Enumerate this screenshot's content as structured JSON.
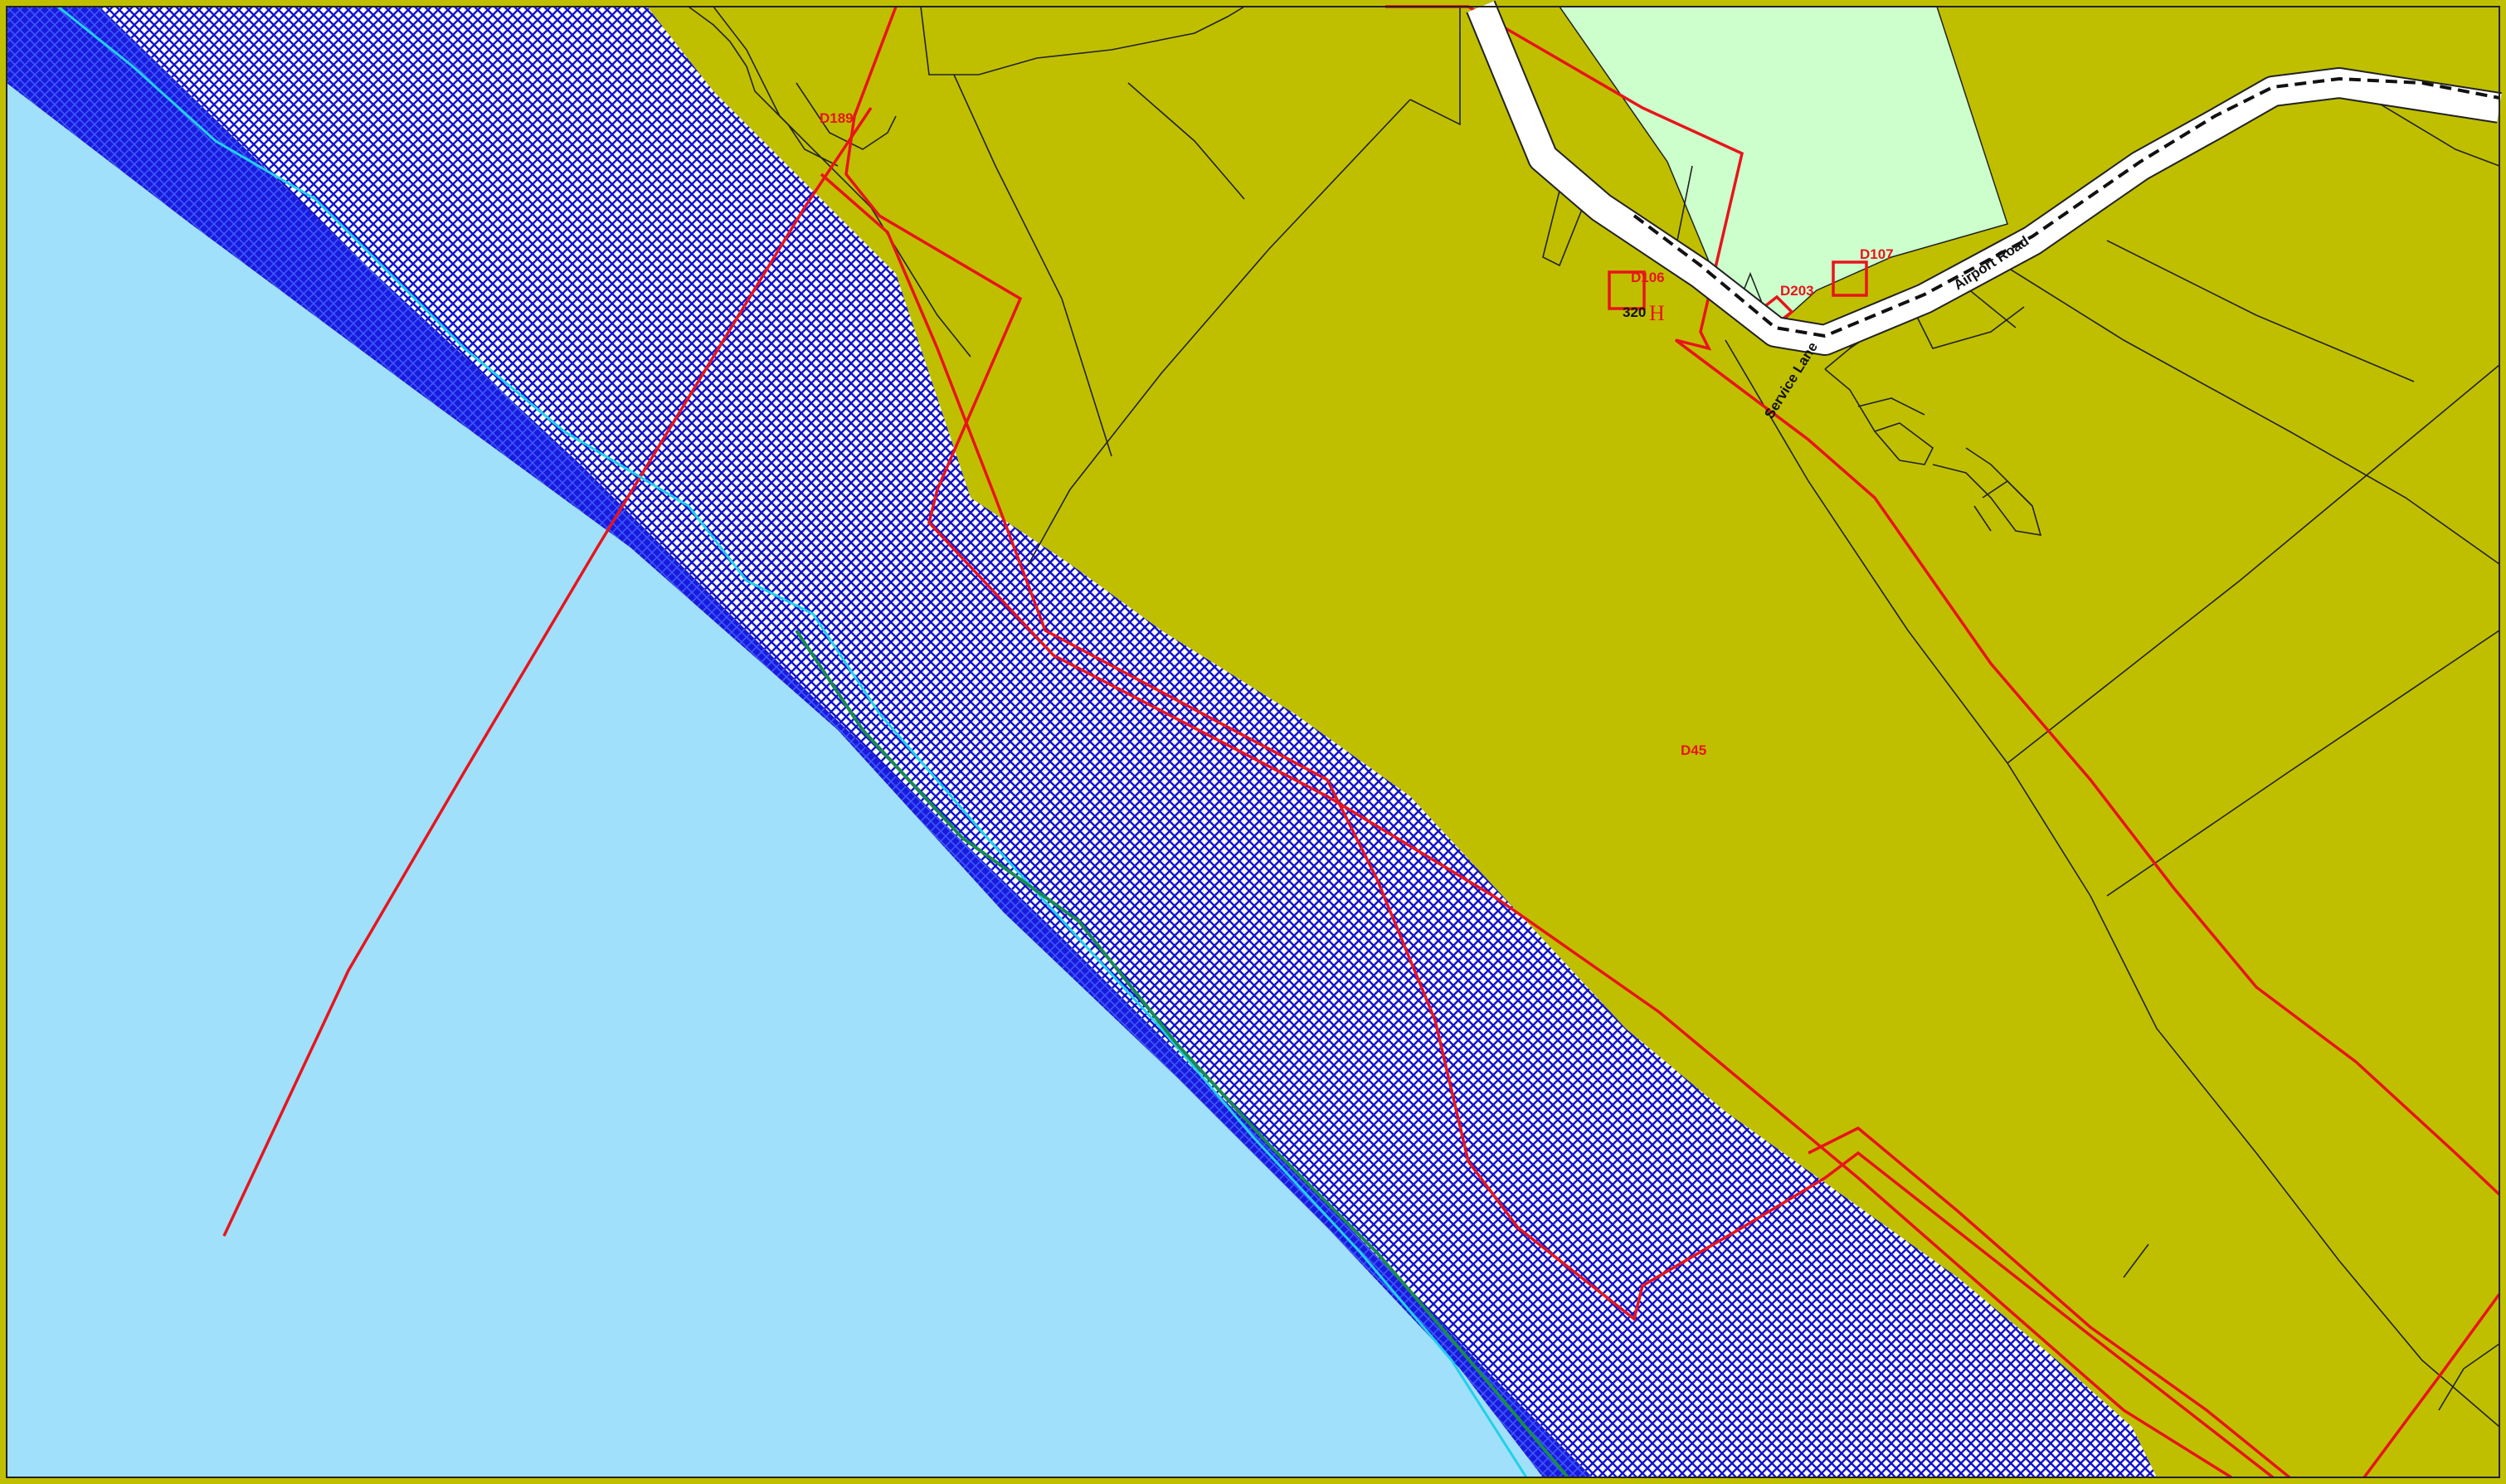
{
  "map": {
    "colors": {
      "sea": "#a0e0fa",
      "coastal_blue": "#1a1adc",
      "hatch_blue": "#1212d0",
      "land_olive": "#bfbf00",
      "reserve_green": "#ccffcc",
      "designation_red": "#e8141c",
      "stream_cyan": "#22d0e8",
      "stream_green": "#1a8a50",
      "road_fill": "#ffffff",
      "road_centerline": "#111111",
      "cadastral_line": "#222222"
    },
    "labels": {
      "d189": "D189",
      "d106": "D106",
      "d107": "D107",
      "d203": "D203",
      "d45": "D45",
      "lot_number": "320",
      "heritage_symbol": "H",
      "airport_road": "Airport Road",
      "service_lane": "Service Lane"
    }
  }
}
